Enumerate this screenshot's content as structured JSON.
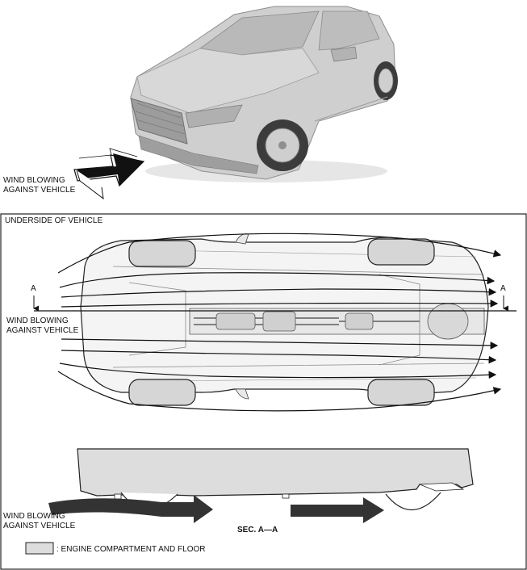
{
  "top_view": {
    "wind_label_line1": "WIND BLOWING",
    "wind_label_line2": "AGAINST VEHICLE"
  },
  "panel": {
    "title": "UNDERSIDE OF VEHICLE",
    "section_marker_left": "A",
    "section_marker_right": "A",
    "wind_label_line1": "WIND BLOWING",
    "wind_label_line2": "AGAINST VEHICLE"
  },
  "section": {
    "wind_label_line1": "WIND BLOWING",
    "wind_label_line2": "AGAINST VEHICLE",
    "caption": "SEC. A—A"
  },
  "legend": {
    "label": ": ENGINE COMPARTMENT AND FLOOR",
    "swatch_color": "#dddddd"
  },
  "colors": {
    "car_body": "#cfcfcf",
    "car_shadow": "#a9a9a9",
    "arrow_dark": "#333333",
    "section_fill": "#dddddd"
  }
}
